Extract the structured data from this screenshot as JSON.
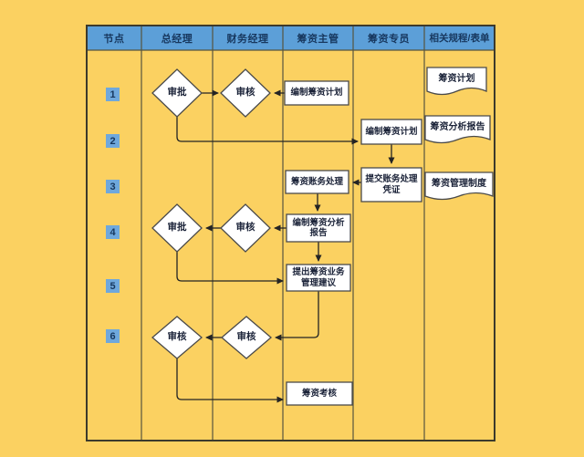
{
  "palette": {
    "background": "#FBD161",
    "header_bg": "#5C9FD8",
    "badge_bg": "#6FA8DC",
    "header_text": "#17375E",
    "shape_fill": "#FFFFFF",
    "shape_stroke": "#4A4A4A",
    "grid_line": "#56543E",
    "connector": "#303030"
  },
  "header": {
    "columns": [
      {
        "label": "节点"
      },
      {
        "label": "总经理"
      },
      {
        "label": "财务经理"
      },
      {
        "label": "筹资主管"
      },
      {
        "label": "筹资专员"
      },
      {
        "label": "相关规程/表单"
      }
    ]
  },
  "row_numbers": [
    {
      "num": "1"
    },
    {
      "num": "2"
    },
    {
      "num": "3"
    },
    {
      "num": "4"
    },
    {
      "num": "5"
    },
    {
      "num": "6"
    }
  ],
  "diamonds": [
    {
      "label": "审批",
      "lane": "总经理",
      "row": "1"
    },
    {
      "label": "审核",
      "lane": "财务经理",
      "row": "1"
    },
    {
      "label": "审批",
      "lane": "总经理",
      "row": "4"
    },
    {
      "label": "审核",
      "lane": "财务经理",
      "row": "4"
    },
    {
      "label": "审核",
      "lane": "总经理",
      "row": "6"
    },
    {
      "label": "审核",
      "lane": "财务经理",
      "row": "6"
    }
  ],
  "processes": [
    {
      "label": "编制筹资计划",
      "lane": "筹资主管",
      "row": "1"
    },
    {
      "label": "编制筹资计划",
      "lane": "筹资专员",
      "row": "2"
    },
    {
      "label": "提交账务处理\n凭证",
      "lane": "筹资专员",
      "row": "3"
    },
    {
      "label": "筹资账务处理",
      "lane": "筹资主管",
      "row": "3"
    },
    {
      "label": "编制筹资分析\n报告",
      "lane": "筹资主管",
      "row": "4"
    },
    {
      "label": "提出筹资业务\n管理建议",
      "lane": "筹资主管",
      "row": "5"
    },
    {
      "label": "筹资考核",
      "lane": "筹资主管",
      "row": "7"
    }
  ],
  "documents": [
    {
      "label": "筹资计划"
    },
    {
      "label": "筹资分析报告"
    },
    {
      "label": "筹资管理制度"
    }
  ]
}
